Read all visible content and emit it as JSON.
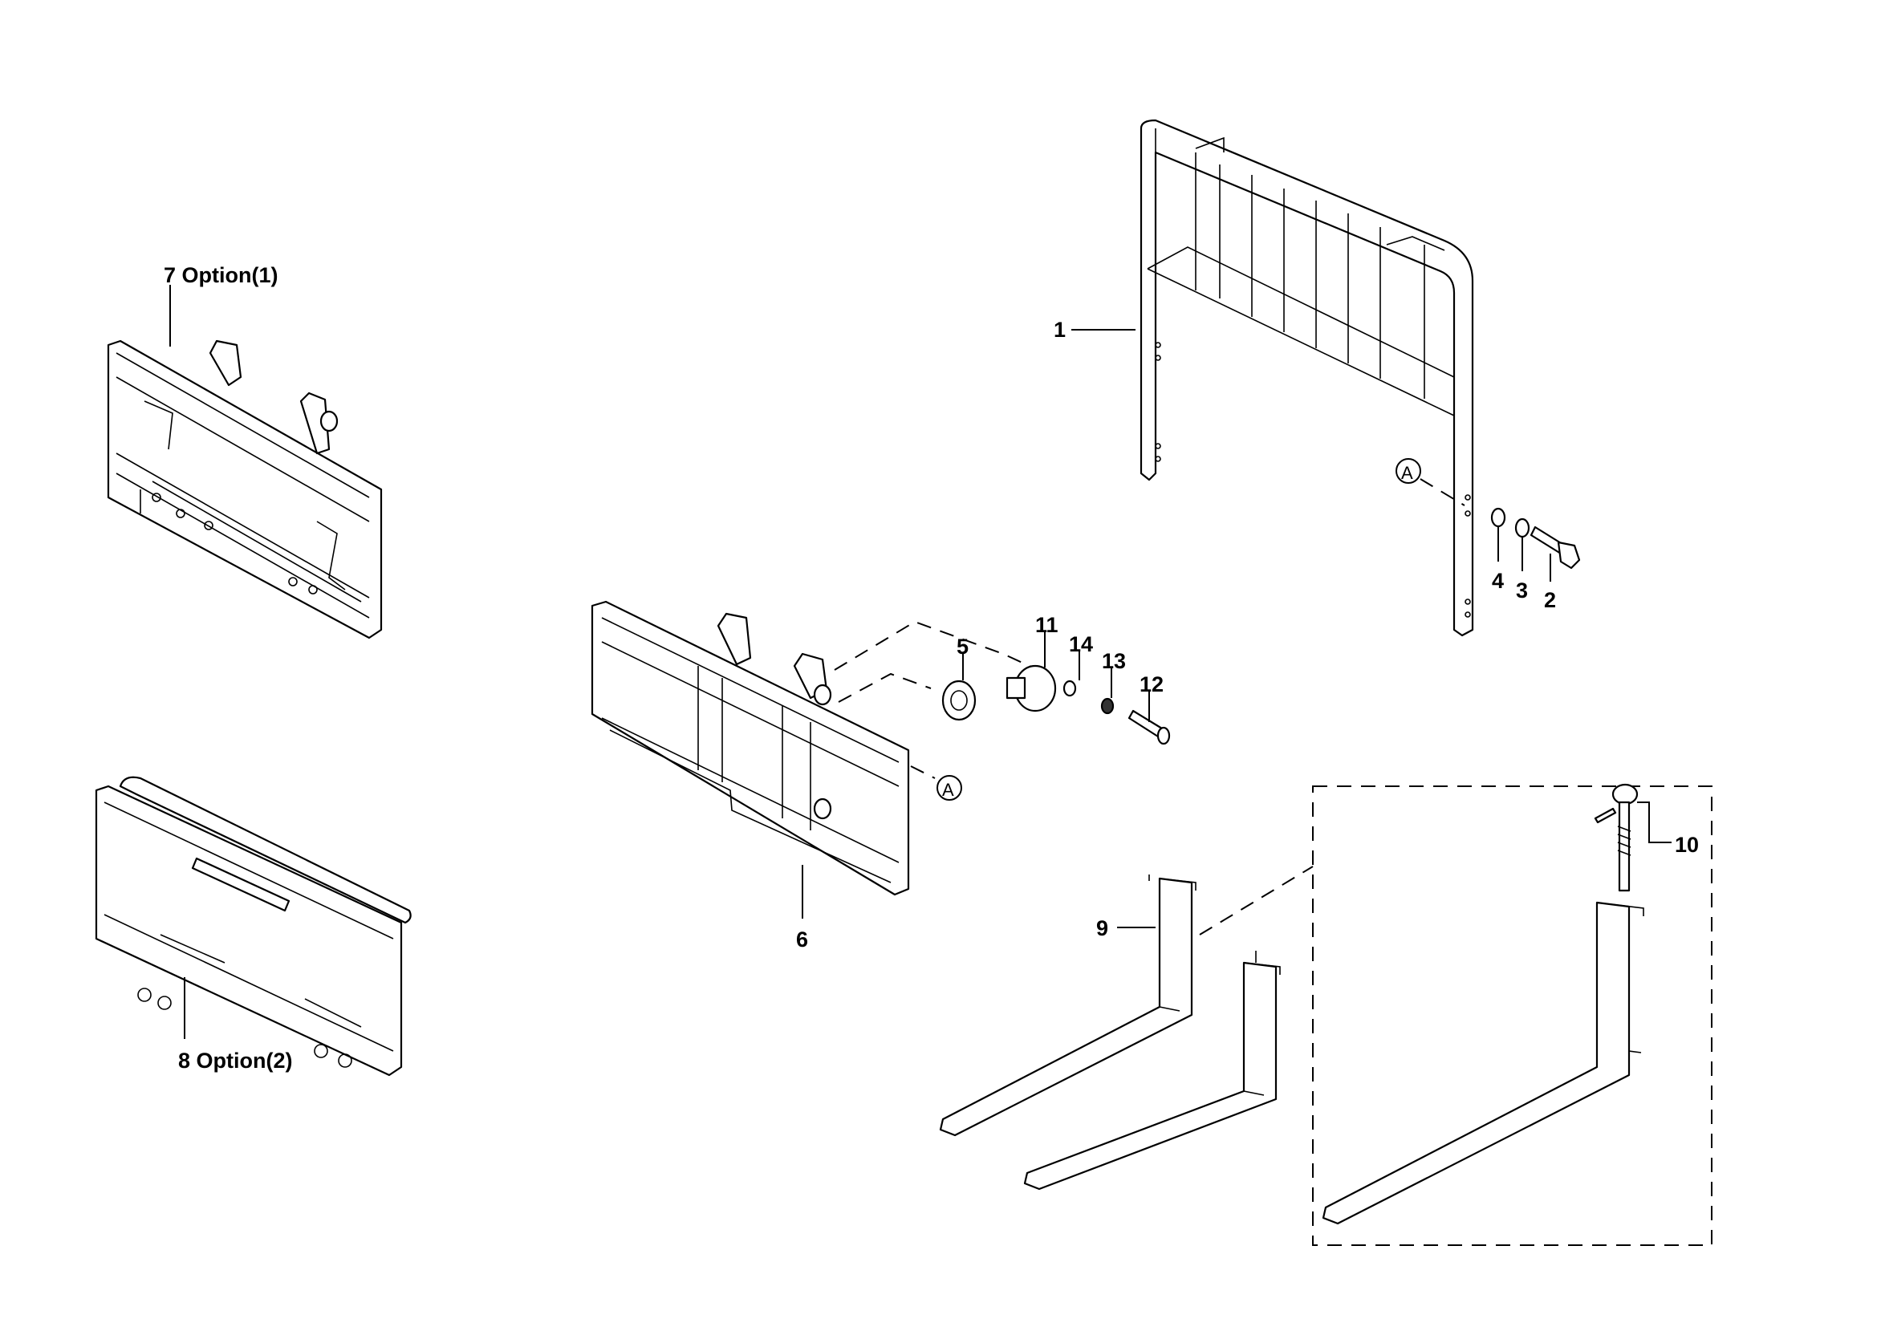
{
  "diagram": {
    "callouts": {
      "p1": "1",
      "p2": "2",
      "p3": "3",
      "p4": "4",
      "p5": "5",
      "p6": "6",
      "p7": "7 Option(1)",
      "p8": "8 Option(2)",
      "p9": "9",
      "p10": "10",
      "p11": "11",
      "p12": "12",
      "p13": "13",
      "p14": "14"
    },
    "reference_marks": {
      "a_top": "A",
      "a_mid": "A"
    }
  }
}
